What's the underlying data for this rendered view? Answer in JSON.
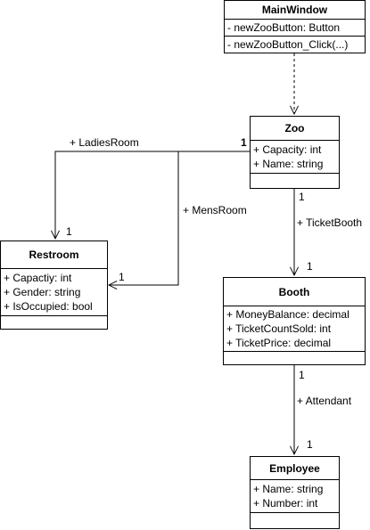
{
  "classes": {
    "mainwindow": {
      "name": "MainWindow",
      "attributes": [
        "- newZooButton: Button"
      ],
      "methods": [
        "- newZooButton_Click(...)"
      ]
    },
    "zoo": {
      "name": "Zoo",
      "attributes": [
        "+ Capacity: int",
        "+ Name: string"
      ],
      "methods": []
    },
    "restroom": {
      "name": "Restroom",
      "attributes": [
        "+ Capactiy: int",
        "+ Gender: string",
        "+ IsOccupied: bool"
      ],
      "methods": []
    },
    "booth": {
      "name": "Booth",
      "attributes": [
        "+ MoneyBalance: decimal",
        "+ TicketCountSold: int",
        "+ TicketPrice: decimal"
      ],
      "methods": []
    },
    "employee": {
      "name": "Employee",
      "attributes": [
        "+ Name: string",
        "+ Number: int"
      ],
      "methods": []
    }
  },
  "relations": {
    "ladies_room": {
      "role": "+ LadiesRoom",
      "source_mult": "1",
      "target_mult": "1"
    },
    "mens_room": {
      "role": "+ MensRoom",
      "target_mult": "1"
    },
    "ticket_booth": {
      "role": "+ TicketBooth",
      "source_mult": "1",
      "target_mult": "1"
    },
    "attendant": {
      "role": "+ Attendant",
      "source_mult": "1",
      "target_mult": "1"
    },
    "dependency": {
      "style": "dashed"
    }
  },
  "colors": {
    "line": "#000000",
    "box_fill": "#ffffff",
    "text": "#000000"
  }
}
